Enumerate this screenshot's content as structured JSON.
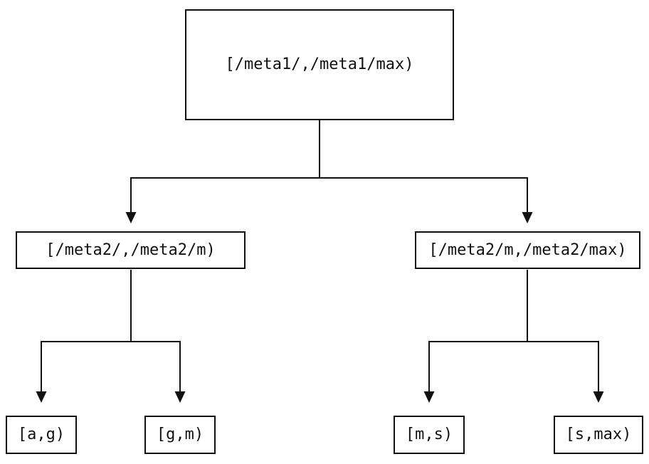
{
  "diagram": {
    "colors": {
      "background": "#ffffff",
      "line": "#111111",
      "text": "#111111"
    },
    "nodes": {
      "root": {
        "label": "[/meta1/,/meta1/max)"
      },
      "left_child": {
        "label": "[/meta2/,/meta2/m)"
      },
      "right_child": {
        "label": "[/meta2/m,/meta2/max)"
      },
      "leaf_ag": {
        "label": "[a,g)"
      },
      "leaf_gm": {
        "label": "[g,m)"
      },
      "leaf_ms": {
        "label": "[m,s)"
      },
      "leaf_smax": {
        "label": "[s,max)"
      }
    }
  }
}
